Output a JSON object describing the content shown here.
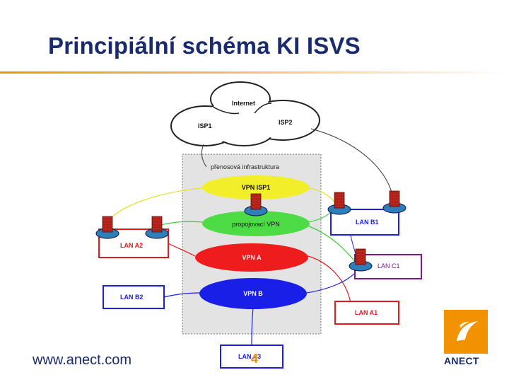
{
  "slide": {
    "title": "Principiální schéma KI ISVS",
    "footer_url": "www.anect.com",
    "page_number": "4",
    "logo_text": "ANECT"
  },
  "diagram": {
    "cloud": {
      "internet": "Internet",
      "isp1": "ISP1",
      "isp2": "ISP2"
    },
    "infrastructure_label": "přenosová infrastruktura",
    "vpn_isp1": "VPN ISP1",
    "vpn_shared": "propojovací VPN",
    "vpn_a": "VPN A",
    "vpn_b": "VPN B",
    "lan_a1": "LAN A1",
    "lan_a2": "LAN A2",
    "lan_a3": "LAN A3",
    "lan_b1": "LAN B1",
    "lan_b2": "LAN B2",
    "lan_c1": "LAN C1"
  },
  "colors": {
    "title": "#1a2a6e",
    "accent": "#f39200",
    "vpn_isp1": "#f2ee2a",
    "vpn_shared": "#4ddc45",
    "vpn_a": "#ee1c1c",
    "vpn_b": "#1a1fe8"
  }
}
